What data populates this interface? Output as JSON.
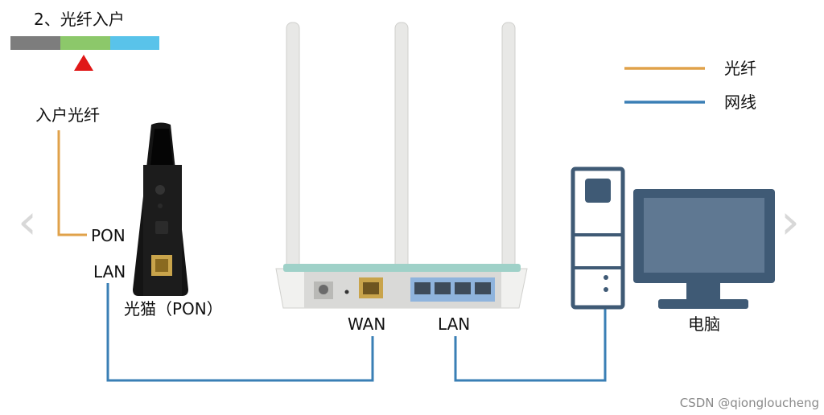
{
  "step_title": "2、光纤入户",
  "legend": {
    "fiber_label": "光纤",
    "fiber_color": "#E0A24A",
    "network_label": "网线",
    "network_color": "#3A7FB5"
  },
  "labels": {
    "incoming_fiber": "入户光纤",
    "pon_port": "PON",
    "modem_lan": "LAN",
    "modem_name": "光猫（PON）",
    "router_wan": "WAN",
    "router_lan": "LAN",
    "computer": "电脑"
  },
  "progress_bar_colors": [
    "#7d7d7d",
    "#8cc86a",
    "#59c3ea"
  ],
  "marker_color": "#e01818",
  "watermark": "CSDN @qiongloucheng",
  "icons": {
    "prev": "chevron-left-icon",
    "next": "chevron-right-icon"
  }
}
